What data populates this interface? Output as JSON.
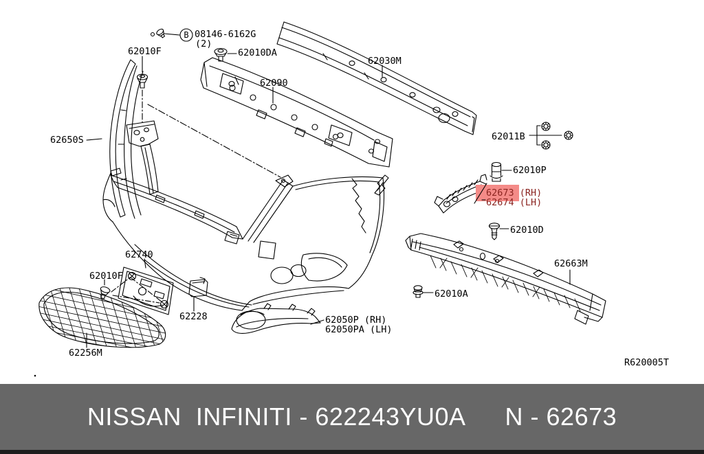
{
  "diagram": {
    "ref_code": "R620005T",
    "colors": {
      "line": "#000000",
      "background": "#ffffff",
      "highlight_bg": "#f48b88",
      "highlight_text": "#8b2420"
    },
    "callout": {
      "circle_letter": "B"
    },
    "labels": {
      "clip_top": "62010F",
      "bolt": "08146-6162G",
      "bolt_qty": "(2)",
      "clip_da": "62010DA",
      "absorber": "62090",
      "reinf_bar": "62030M",
      "side_finisher": "62650S",
      "nuts": "62011B",
      "clip_p": "62010P",
      "bracket_rh": "62673 (RH)",
      "bracket_lh": "62674 (LH)",
      "screw_d": "62010D",
      "deflector": "62663M",
      "clip_a": "62010A",
      "license_bracket": "62740",
      "clip_bottom": "62010F",
      "pad": "62228",
      "grille": "62256M",
      "fog_finisher_rh": "62050P (RH)",
      "fog_finisher_lh": "62050PA (LH)"
    }
  },
  "banner": {
    "brand_text": "NISSAN  INFINITI - 622243YU0A",
    "part_ref_text": "N - 62673",
    "background": "#676767",
    "text_color": "#ffffff"
  }
}
